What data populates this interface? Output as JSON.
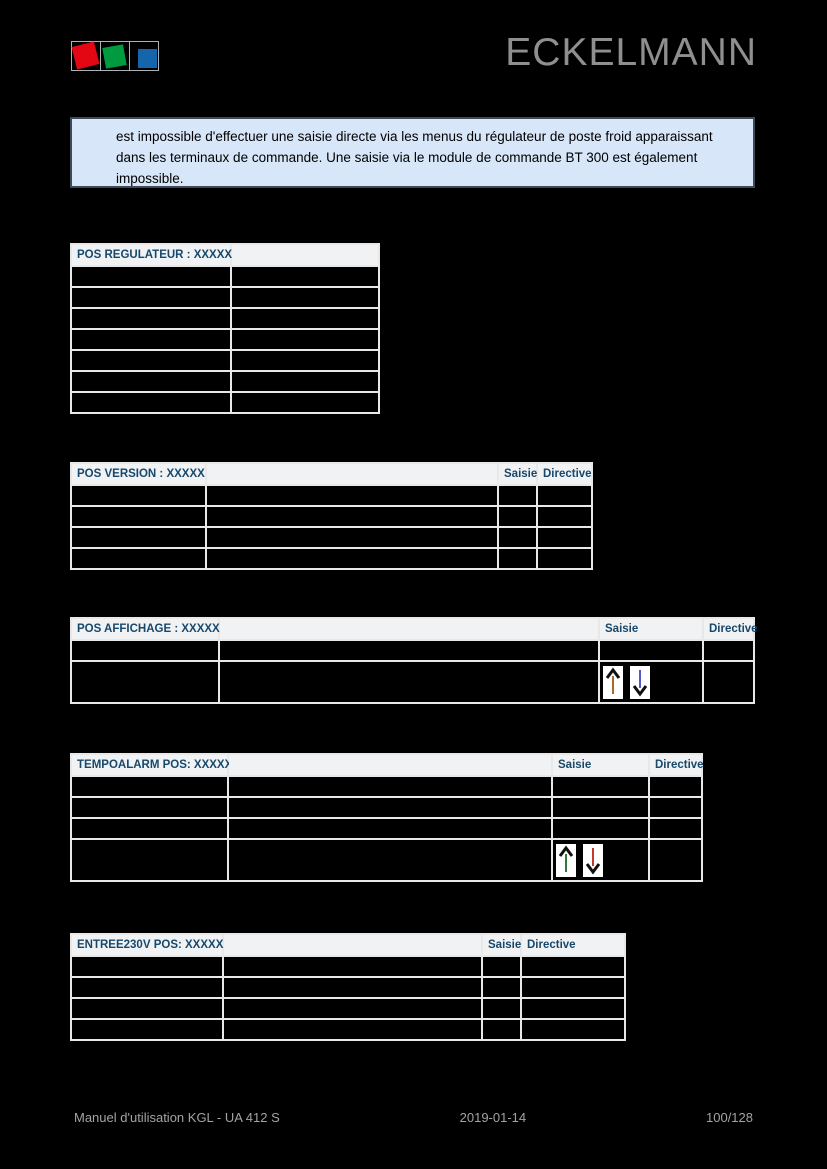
{
  "brand": {
    "name": "ECKELMANN"
  },
  "logo": {
    "red": "#e30613",
    "green": "#009b3e",
    "blue": "#1565ad"
  },
  "notice": {
    "text": "est impossible d'effectuer une saisie directe via les menus du régulateur de poste froid apparaissant dans les terminaux de commande. Une saisie via le module de commande BT 300 est également impossible.",
    "bg": "#d7e6f8"
  },
  "tables": {
    "regulateur": {
      "title": "POS REGULATEUR : XXXXX",
      "row_count": 7
    },
    "version": {
      "title": "POS VERSION : XXXXX",
      "col_saisie": "Saisie",
      "col_directive": "Directive",
      "row_count": 4
    },
    "affichage": {
      "title": "POS AFFICHAGE : XXXXX",
      "col_saisie": "Saisie",
      "col_directive": "Directive",
      "row_count": 2
    },
    "tempoalarm": {
      "title": "TEMPOALARM POS: XXXXX",
      "col_saisie": "Saisie",
      "col_directive": "Directive",
      "row_count": 4
    },
    "entree230v": {
      "title": "ENTREE230V POS: XXXXX",
      "col_saisie": "Saisie",
      "col_directive": "Directive",
      "row_count": 4
    }
  },
  "icons": {
    "up_arrow": "up-arrow-key",
    "down_arrow": "down-arrow-key",
    "affichage_up_shaft": "#a86a28",
    "affichage_down_shaft": "#5555cc",
    "tempoalarm_up_shaft": "#2f7a35",
    "tempoalarm_down_shaft": "#c43a2e",
    "head_color": "#111111"
  },
  "colors": {
    "header_text": "#17486b",
    "header_bg": "#f1f2f4",
    "grid_line": "#e8e8e8",
    "page_bg": "#000000",
    "brand_gray": "#8f8f8f"
  },
  "footer": {
    "left": "Manuel d'utilisation KGL - UA 412 S",
    "center": "2019-01-14",
    "right": "100/128"
  }
}
